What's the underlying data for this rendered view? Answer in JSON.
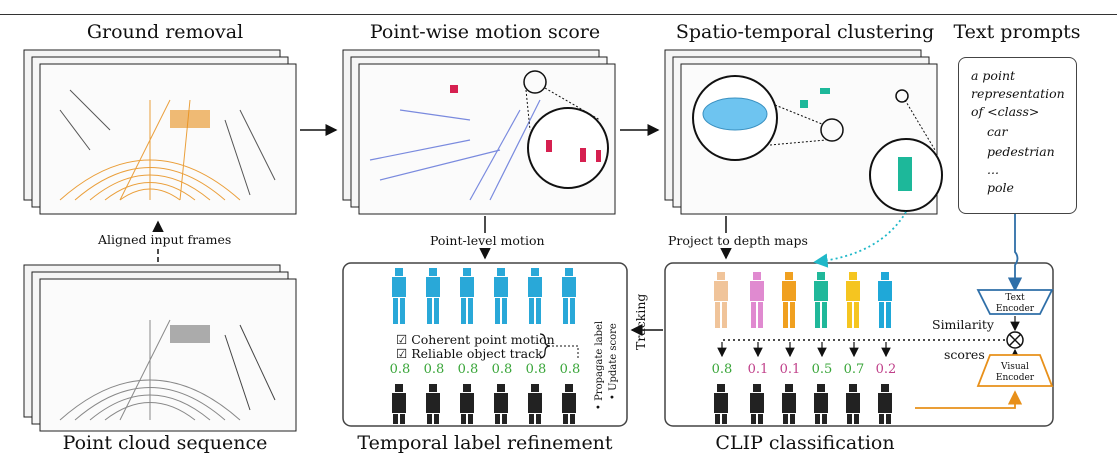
{
  "titles": {
    "ground_removal": "Ground removal",
    "motion_score": "Point-wise motion score",
    "clustering": "Spatio-temporal clustering",
    "text_prompts": "Text prompts",
    "point_cloud_sequence": "Point cloud sequence",
    "temporal_refinement": "Temporal label refinement",
    "clip_classification": "CLIP classification"
  },
  "labels": {
    "aligned_frames": "Aligned input frames",
    "point_level_motion": "Point-level motion",
    "project_depth": "Project to depth maps",
    "tracking": "Tracking",
    "similarity_line1": "Similarity",
    "similarity_line2": "scores",
    "propagate_label": "• Propagate label",
    "update_score": "• Update score"
  },
  "prompt": {
    "lines": [
      "a point",
      "representation",
      "of <class>",
      "car",
      "pedestrian",
      "...",
      "pole"
    ]
  },
  "checklist": [
    {
      "box": "☑",
      "text": "Coherent point motion"
    },
    {
      "box": "☑",
      "text": "Reliable object track"
    }
  ],
  "refinement_scores": [
    "0.8",
    "0.8",
    "0.8",
    "0.8",
    "0.8",
    "0.8"
  ],
  "clip_scores": [
    {
      "value": "0.8",
      "color": "#3aa63a"
    },
    {
      "value": "0.1",
      "color": "#c0408a"
    },
    {
      "value": "0.1",
      "color": "#c0408a"
    },
    {
      "value": "0.5",
      "color": "#3aa63a"
    },
    {
      "value": "0.7",
      "color": "#3aa63a"
    },
    {
      "value": "0.2",
      "color": "#c0408a"
    }
  ],
  "encoders": {
    "text_line1": "Text",
    "text_line2": "Encoder",
    "visual_line1": "Visual",
    "visual_line2": "Encoder"
  },
  "colors": {
    "ground": "#e8901a",
    "motion": "#5a6fd8",
    "moving": "#d62050",
    "cluster_car": "#6ec4f0",
    "pedestrian": "#1db89a",
    "cyan_track": "#29a8d8",
    "text_encoder": "#2f6fa8",
    "visual_encoder": "#e8901a",
    "green_score": "#3aa63a",
    "magenta_score": "#c0408a"
  },
  "pedestrian_colors": [
    "#f0c49a",
    "#e08ad0",
    "#f0a020",
    "#20b89a",
    "#f5c520",
    "#1fa8d8"
  ]
}
